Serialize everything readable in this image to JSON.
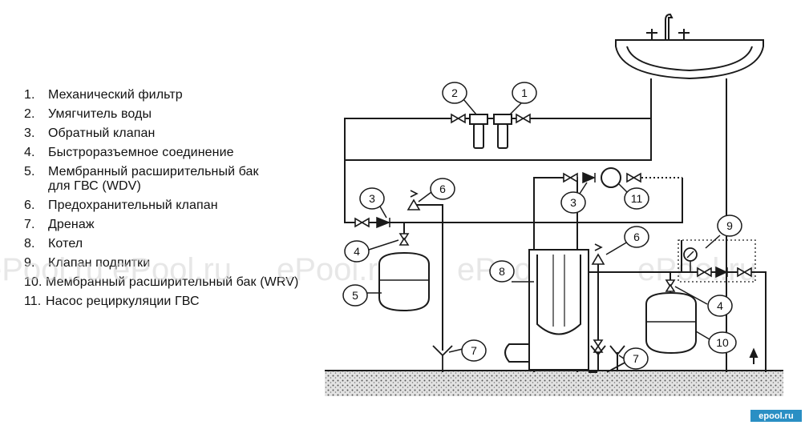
{
  "legend": [
    {
      "num": "1.",
      "text": "Механический фильтр"
    },
    {
      "num": "2.",
      "text": "Умягчитель воды"
    },
    {
      "num": "3.",
      "text": "Обратный клапан"
    },
    {
      "num": "4.",
      "text": "Быстроразъемное соединение"
    },
    {
      "num": "5.",
      "text": "Мембранный расширительный бак",
      "text2": "для ГВС (WDV)"
    },
    {
      "num": "6.",
      "text": "Предохранительный клапан"
    },
    {
      "num": "7.",
      "text": "Дренаж"
    },
    {
      "num": "8.",
      "text": "Котел"
    },
    {
      "num": "9.",
      "text": "Клапан подпитки"
    },
    {
      "num": "10.",
      "text": "Мембранный расширительный бак (WRV)"
    },
    {
      "num": "11.",
      "text": "Насос рециркуляции ГВС"
    }
  ],
  "callouts": {
    "c1": "1",
    "c2": "2",
    "c3a": "3",
    "c3b": "3",
    "c4a": "4",
    "c4b": "4",
    "c5": "5",
    "c6a": "6",
    "c6b": "6",
    "c7a": "7",
    "c7b": "7",
    "c8": "8",
    "c9": "9",
    "c10": "10",
    "c11": "11"
  },
  "watermark": "ePool.ru",
  "logo": "epool.ru",
  "colors": {
    "line": "#1a1a1a",
    "ground": "#cfcfcf",
    "logo_bg": "#2a8fc4"
  }
}
